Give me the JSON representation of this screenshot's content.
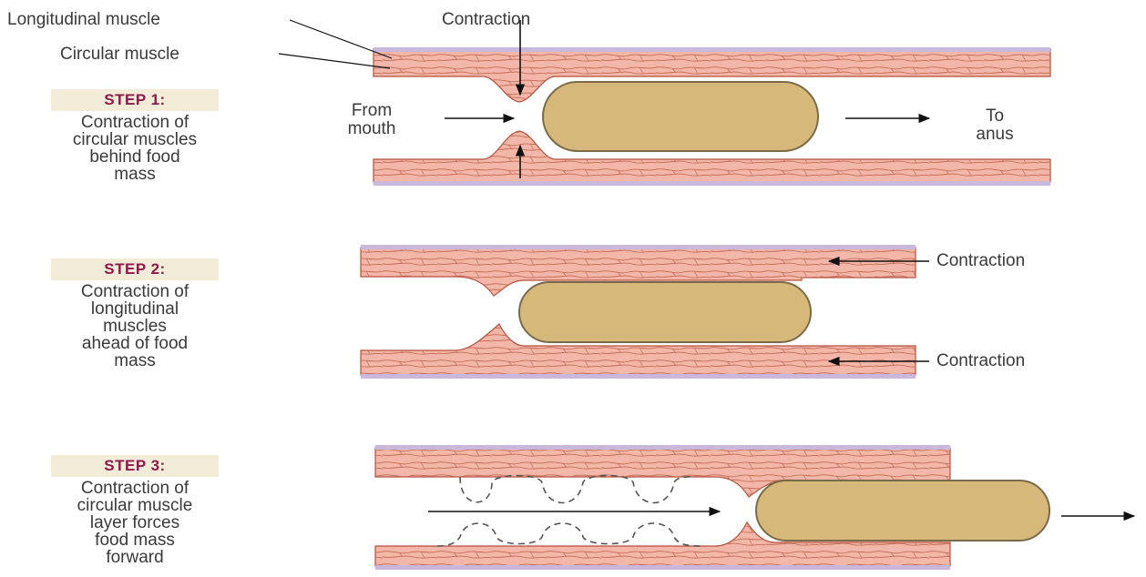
{
  "labels": {
    "longitudinal_muscle": "Longitudinal muscle",
    "circular_muscle": "Circular muscle",
    "contraction_top": "Contraction",
    "from_mouth": [
      "From",
      "mouth"
    ],
    "to_anus": [
      "To",
      "anus"
    ],
    "contraction_step2_top": "Contraction",
    "contraction_step2_bottom": "Contraction"
  },
  "steps": [
    {
      "title": "STEP 1:",
      "lines": [
        "Contraction of",
        "circular muscles",
        "behind food",
        "mass"
      ]
    },
    {
      "title": "STEP 2:",
      "lines": [
        "Contraction of",
        "longitudinal",
        "muscles",
        "ahead of food",
        "mass"
      ]
    },
    {
      "title": "STEP 3:",
      "lines": [
        "Contraction of",
        "circular muscle",
        "layer forces",
        "food mass",
        "forward"
      ]
    }
  ],
  "colors": {
    "muscle_fill": "#f2b7a8",
    "muscle_line": "#b5503c",
    "outer_layer": "#c9b8dc",
    "food_fill": "#d6b97a",
    "food_stroke": "#7a6a4a",
    "step_title": "#8c1a4a",
    "step_title_bg": "#f2ecd8"
  }
}
